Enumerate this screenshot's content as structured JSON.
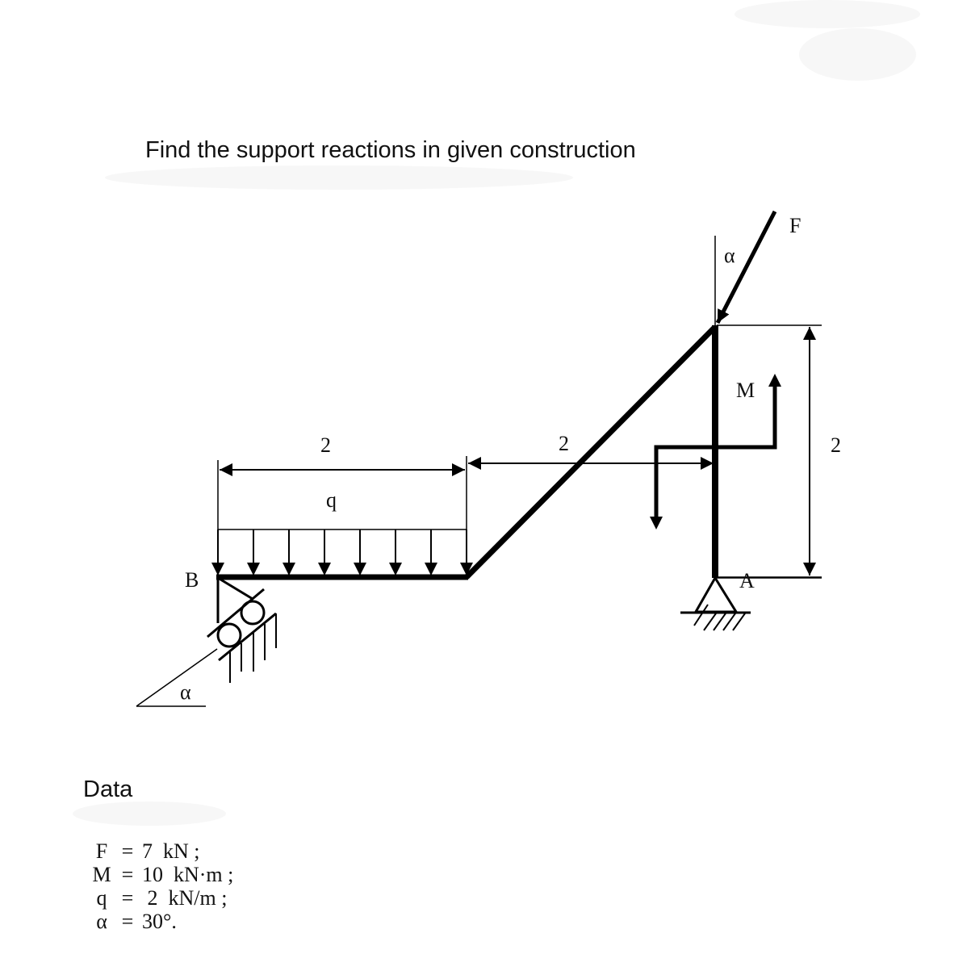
{
  "title": "Find the support reactions in given construction",
  "data_section": {
    "heading": "Data",
    "items": [
      {
        "symbol": "F",
        "value": "7  kN ;"
      },
      {
        "symbol": "M",
        "value": "10  kN·m ;"
      },
      {
        "symbol": "q",
        "value": " 2  kN/m ;"
      },
      {
        "symbol": "α",
        "value": "30°."
      }
    ]
  },
  "diagram": {
    "labels": {
      "support_b": "B",
      "support_a": "A",
      "force": "F",
      "force_angle": "α",
      "moment": "M",
      "distributed_load": "q",
      "slope_angle": "α"
    },
    "dimensions": {
      "span_left": "2",
      "span_right": "2",
      "height": "2"
    }
  }
}
